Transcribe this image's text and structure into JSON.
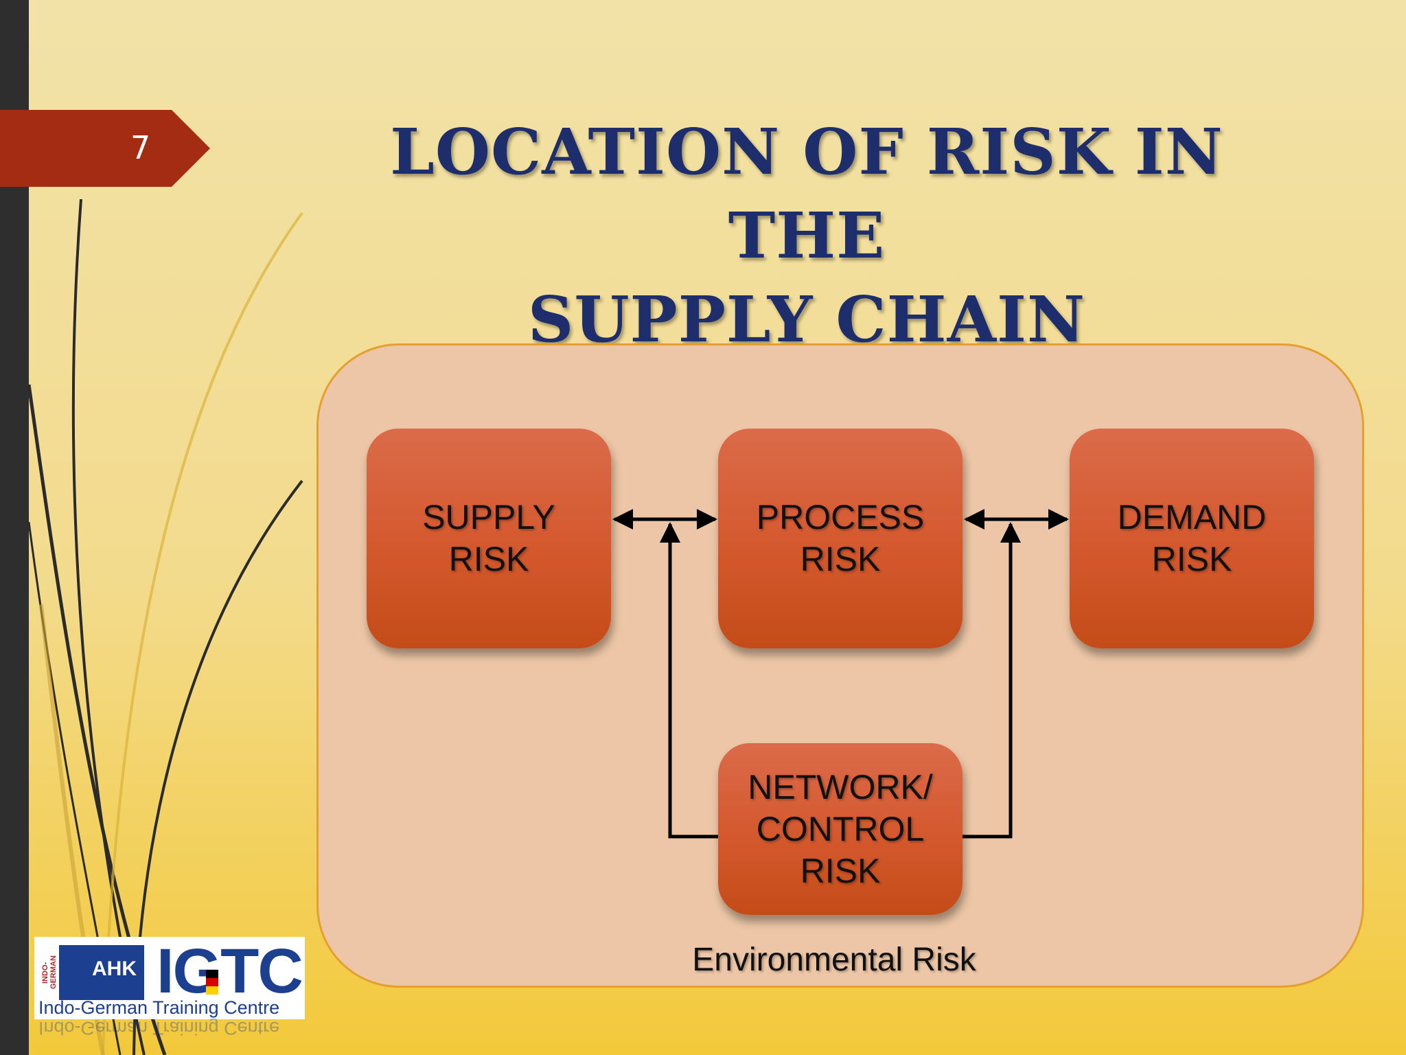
{
  "slide": {
    "number": "7"
  },
  "title": {
    "line1": "LOCATION OF RISK IN THE",
    "line2": "SUPPLY CHAIN"
  },
  "diagram": {
    "container_label": "Environmental Risk",
    "nodes": {
      "supply": {
        "line1": "SUPPLY",
        "line2": "RISK"
      },
      "process": {
        "line1": "PROCESS",
        "line2": "RISK"
      },
      "demand": {
        "line1": "DEMAND",
        "line2": "RISK"
      },
      "network": {
        "line1": "NETWORK/",
        "line2": "CONTROL",
        "line3": "RISK"
      }
    },
    "edges": [
      {
        "from": "supply",
        "to": "process",
        "type": "bidirectional"
      },
      {
        "from": "process",
        "to": "demand",
        "type": "bidirectional"
      },
      {
        "from": "network",
        "to": "supply-process-link",
        "type": "directed"
      },
      {
        "from": "network",
        "to": "process-demand-link",
        "type": "directed"
      }
    ],
    "colors": {
      "box": "#d4582d",
      "panel": "#ecc6a6",
      "panel_border": "#e3a02e",
      "title": "#1e2d6b"
    }
  },
  "logo": {
    "side_text": "INDO-GERMAN",
    "ahk": "AHK",
    "brand": "IGTC",
    "subtitle": "Indo-German Training Centre"
  }
}
